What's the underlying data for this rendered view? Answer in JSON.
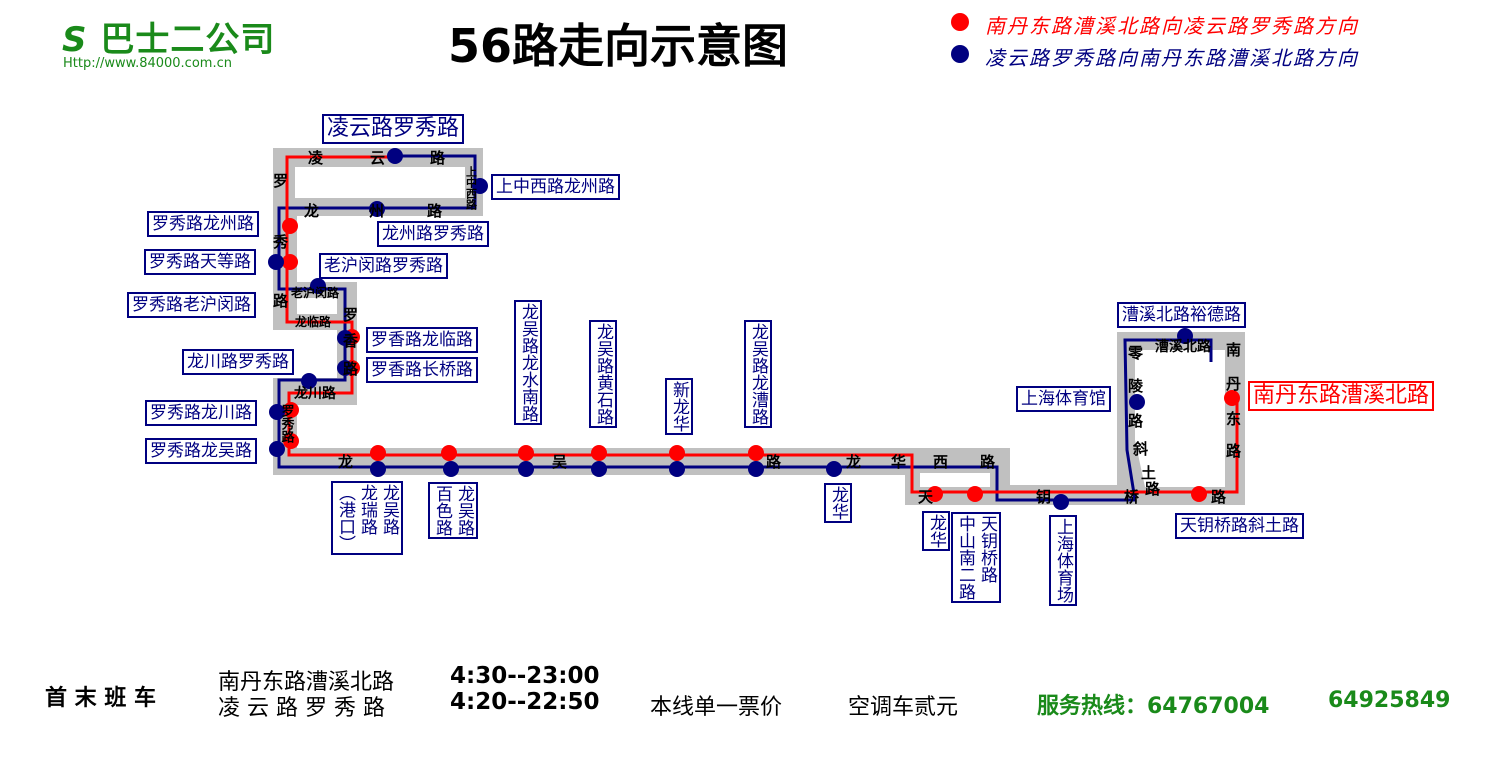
{
  "header": {
    "logo_name": "巴士二公司",
    "logo_url": "Http://www.84000.com.cn",
    "title": "56路走向示意图",
    "legend": [
      {
        "text": "南丹东路漕溪北路向凌云路罗秀路方向",
        "color": "#ff0000"
      },
      {
        "text": "凌云路罗秀路向南丹东路漕溪北路方向",
        "color": "#000080"
      }
    ]
  },
  "colors": {
    "direction_1": "#ff0000",
    "direction_2": "#000080",
    "road": "#c0c0c0",
    "brand": "#1a8a1a"
  },
  "stops": {
    "lingyun_luoxiu": "凌云路罗秀路",
    "shangzhongxi_longzhou": "上中西路龙州路",
    "longzhou_luoxiu": "龙州路罗秀路",
    "luoxiu_longzhou": "罗秀路龙州路",
    "luoxiu_tiandeng": "罗秀路天等路",
    "laohumin_luoxiu": "老沪闵路罗秀路",
    "luoxiu_laohumin": "罗秀路老沪闵路",
    "luoxiang_longlin": "罗香路龙临路",
    "luoxiang_changqiao": "罗香路长桥路",
    "longchuan_luoxiu": "龙川路罗秀路",
    "luoxiu_longchuan": "罗秀路龙川路",
    "luoxiu_longwu": "罗秀路龙吴路",
    "caoxibei_yude": "漕溪北路裕德路",
    "shanghai_gym": "上海体育馆",
    "terminus_nandan": "南丹东路漕溪北路",
    "tianyaoqiao_xietu": "天钥桥路斜土路"
  },
  "vertical_stops": {
    "longwu_longshuinan": [
      "龙吴路龙水南路"
    ],
    "longwu_huangshi": [
      "龙吴路黄石路"
    ],
    "xinlonghua": [
      "新龙华"
    ],
    "longwu_longcao": [
      "龙吴路龙漕路"
    ],
    "longwu_longrui": [
      "龙吴路",
      "龙瑞路",
      "︵港口︶"
    ],
    "longwu_baise": [
      "龙吴路",
      "百色路"
    ],
    "longhua_1": [
      "龙华"
    ],
    "longhua_2": [
      "龙华"
    ],
    "tianyaoqiao_zhongshannan2": [
      "天钥桥路",
      "中山南二路"
    ],
    "shanghai_stadium": [
      "上海体育场"
    ]
  },
  "roads": {
    "lingyun": [
      "凌",
      "云",
      "路"
    ],
    "shangzhongxi": "上中西路",
    "longzhou": [
      "龙",
      "州",
      "路"
    ],
    "luoxiu": [
      "罗",
      "秀",
      "路"
    ],
    "laohumin": "老沪闵路",
    "longlin": "龙临路",
    "luoxiang": [
      "罗",
      "香",
      "路"
    ],
    "longchuan": "龙川路",
    "luoxiu2": "罗秀路",
    "longwu": [
      "龙",
      "吴",
      "路"
    ],
    "longhuaxi": [
      "龙",
      "华",
      "西",
      "路"
    ],
    "tianyaoqiao": [
      "天",
      "钥",
      "桥",
      "路"
    ],
    "lingling_xietu": [
      "零",
      "陵",
      "路",
      "斜",
      "土",
      "路"
    ],
    "caoxibei": "漕溪北路",
    "nandandong": [
      "南",
      "丹",
      "东",
      "路"
    ]
  },
  "footer": {
    "first_last_label": "首 末 班 车",
    "schedule": [
      {
        "stop": "南丹东路漕溪北路",
        "time": "4:30--23:00"
      },
      {
        "stop": "凌 云 路 罗 秀 路",
        "time": "4:20--22:50"
      }
    ],
    "fare": "本线单一票价",
    "fare_value": "空调车贰元",
    "hotline": "服务热线：64767004",
    "hotline2": "64925849"
  }
}
